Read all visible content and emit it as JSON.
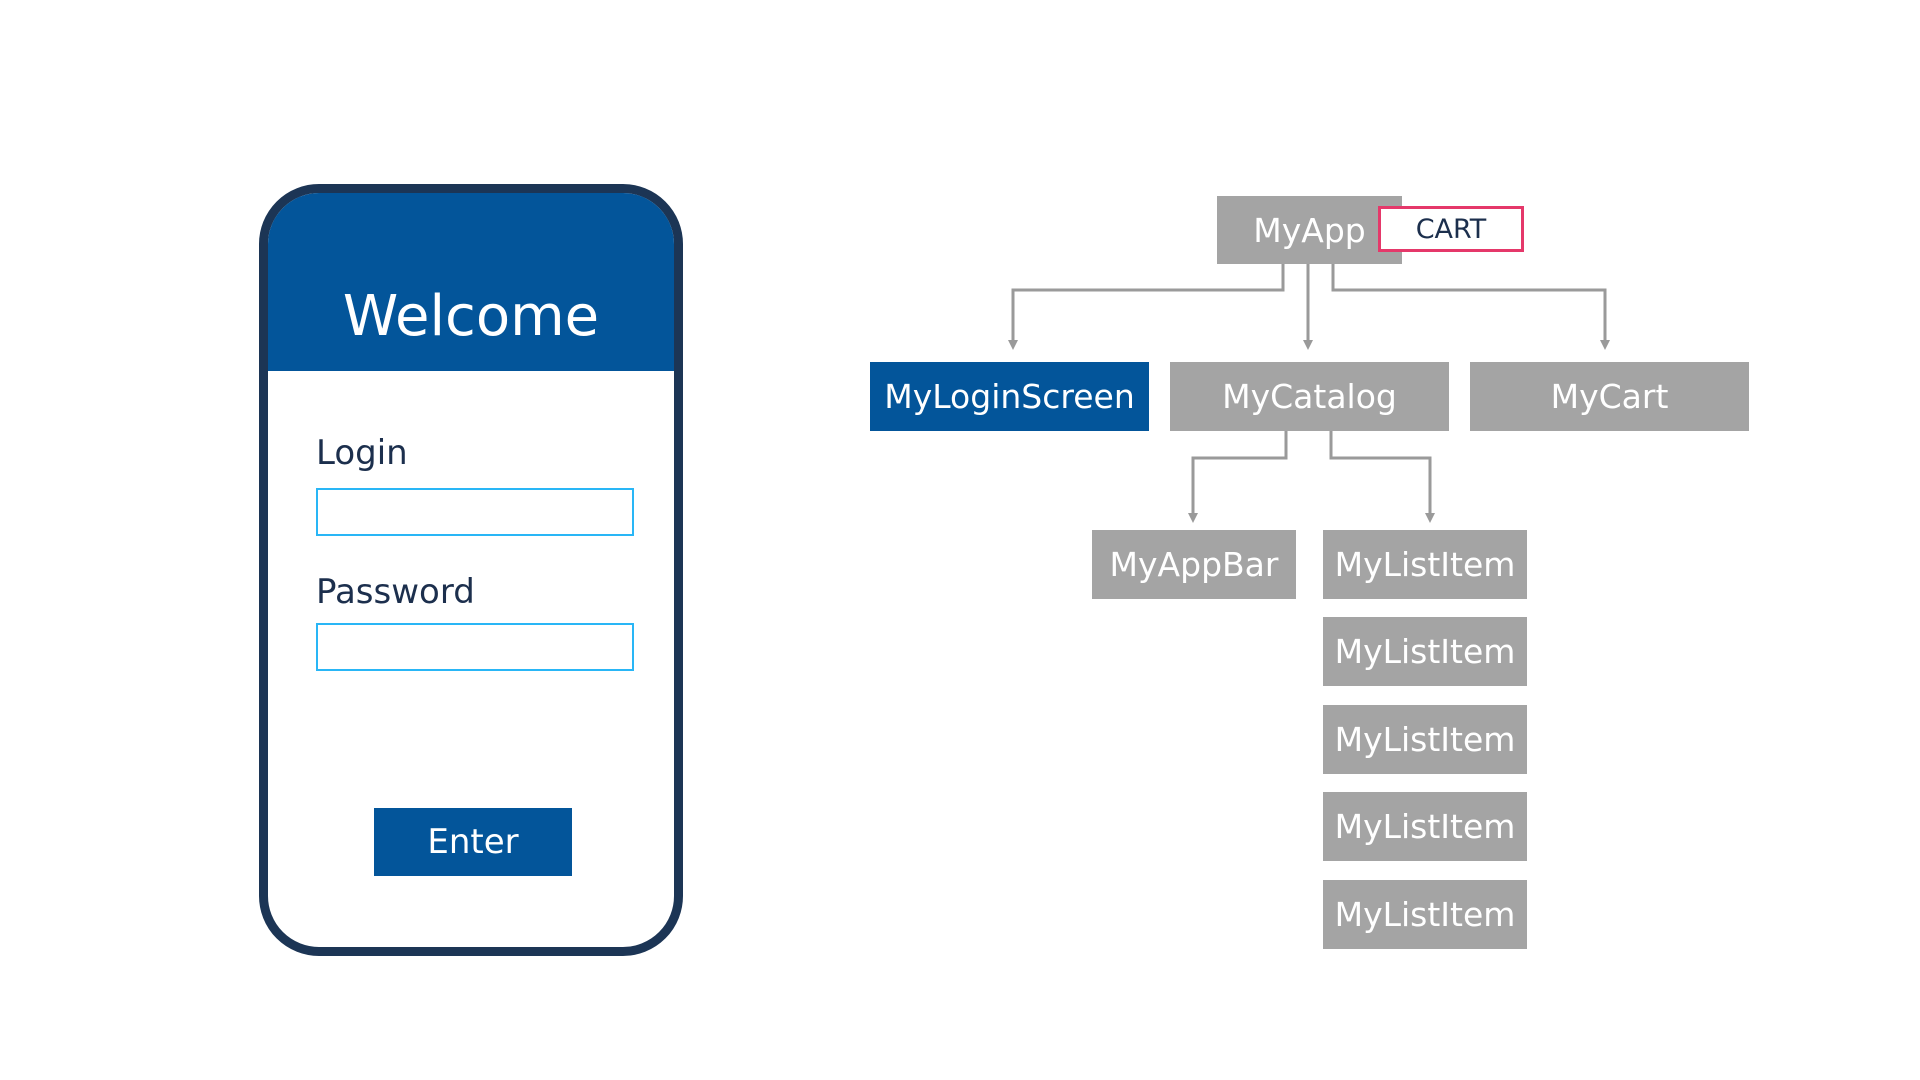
{
  "phone": {
    "title": "Welcome",
    "login_label": "Login",
    "login_value": "",
    "password_label": "Password",
    "password_value": "",
    "enter_label": "Enter"
  },
  "tree": {
    "root": "MyApp",
    "root_tag": "CART",
    "login_screen": "MyLoginScreen",
    "catalog": "MyCatalog",
    "cart": "MyCart",
    "app_bar": "MyAppBar",
    "list_items": [
      "MyListItem",
      "MyListItem",
      "MyListItem",
      "MyListItem",
      "MyListItem"
    ]
  },
  "colors": {
    "primary_blue": "#03559a",
    "phone_frame": "#1c3555",
    "node_gray": "#a4a4a4",
    "connector_gray": "#9a9a9a",
    "input_border": "#29b6f6",
    "cart_highlight": "#e5386a"
  }
}
